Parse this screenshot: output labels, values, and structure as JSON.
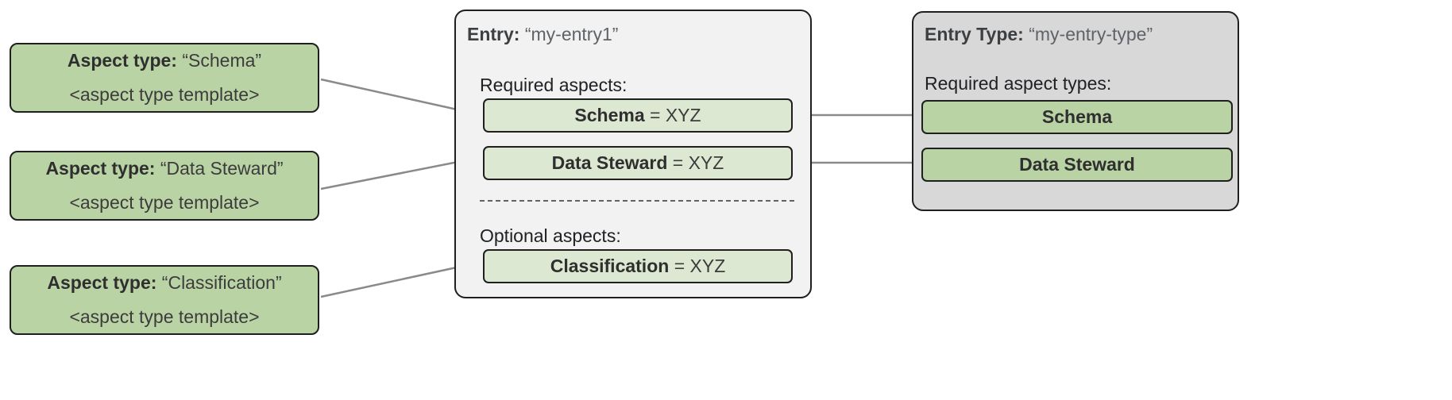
{
  "diagram": {
    "aspect_types": [
      {
        "label_bold": "Aspect type:",
        "label_value": "“Schema”",
        "template": "<aspect type template>"
      },
      {
        "label_bold": "Aspect type:",
        "label_value": "“Data Steward”",
        "template": "<aspect type template>"
      },
      {
        "label_bold": "Aspect type:",
        "label_value": "“Classification”",
        "template": "<aspect type template>"
      }
    ],
    "entry": {
      "title_bold": "Entry:",
      "title_value": "“my-entry1”",
      "required_label": "Required aspects:",
      "optional_label": "Optional aspects:",
      "required_aspects": [
        {
          "name": "Schema",
          "value": "= XYZ"
        },
        {
          "name": "Data Steward",
          "value": "= XYZ"
        }
      ],
      "optional_aspects": [
        {
          "name": "Classification",
          "value": "= XYZ"
        }
      ]
    },
    "entry_type": {
      "title_bold": "Entry Type:",
      "title_value": "“my-entry-type”",
      "required_label": "Required aspect types:",
      "required_aspect_types": [
        {
          "name": "Schema"
        },
        {
          "name": "Data Steward"
        }
      ]
    },
    "colors": {
      "aspect_type_green": "#bad3a5",
      "aspect_chip_green": "#dce8d1",
      "entry_card_grey": "#f1f2f1",
      "entry_type_card_grey": "#d8d8d8",
      "outline": "#1f1f1f",
      "connector": "#8a8a8a"
    }
  }
}
